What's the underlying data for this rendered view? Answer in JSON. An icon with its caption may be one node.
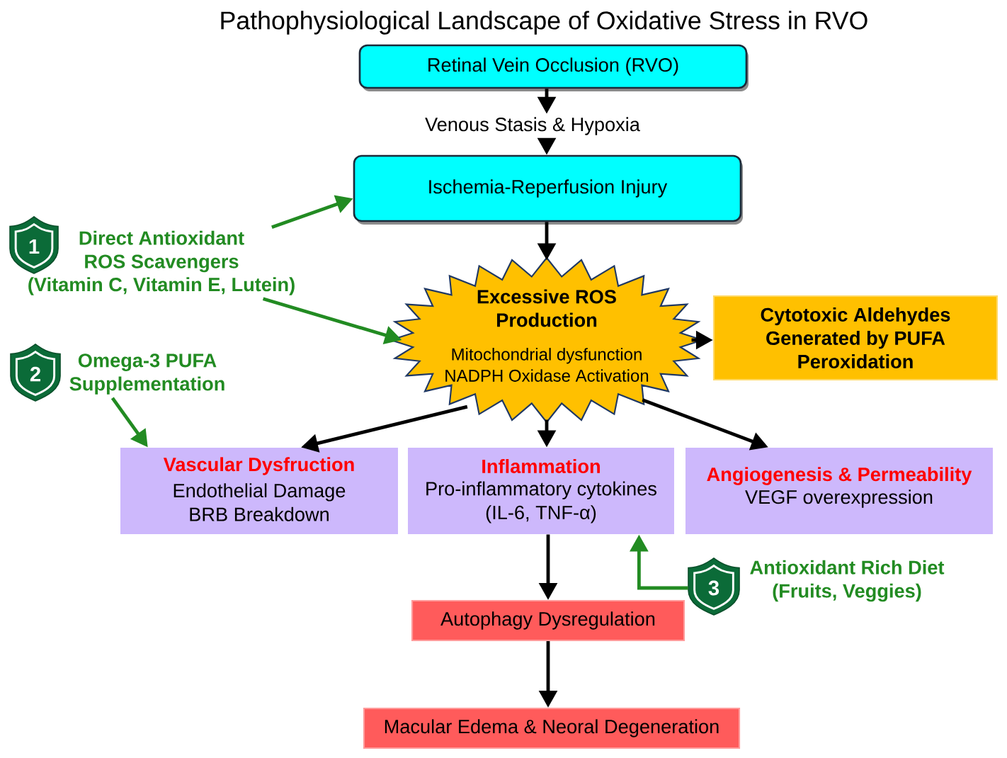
{
  "diagram": {
    "title": "Pathophysiological Landscape of Oxidative Stress in RVO",
    "nodes": [
      {
        "text": [
          "Retinal Vein Occlusion (RVO)"
        ]
      },
      {
        "text": [
          "Venous Stasis & Hypoxia"
        ]
      },
      {
        "text": [
          "Ischemia-Reperfusion Injury"
        ]
      },
      {
        "text": [
          "1"
        ]
      },
      {
        "text": [
          "Direct Antioxidant ROS Scavengers",
          "(Vitamin C, Vitamin E, Lutein)"
        ]
      },
      {
        "text": [
          "Excessive ROS Production",
          "Mitochondrial dysfunction NADPH Oxidase Activation"
        ]
      },
      {
        "text": [
          "Cytotoxic Aldehydes Generated by PUFA Peroxidation"
        ]
      },
      {
        "text": [
          "2"
        ]
      },
      {
        "text": [
          "Omega-3 PUFA Supplementation"
        ]
      },
      {
        "text": [
          "Vascular Dysfruction",
          "Endothelial Damage BRB Breakdown"
        ]
      },
      {
        "text": [
          "Inflammation",
          "Pro-inflammatory cytokines (IL-6, TNF-α)"
        ]
      },
      {
        "text": [
          "Angiogenesis & Permeability",
          "VEGF overexpression"
        ]
      },
      {
        "text": [
          "3"
        ],
        "beside": [
          "Antioxidant Rich Diet (Fruits, Veggies)"
        ]
      },
      {
        "text": [
          "Autophagy Dysregulation"
        ]
      },
      {
        "text": [
          "Macular Edema & Neoral Degeneration"
        ]
      }
    ],
    "edges": [
      {
        "from": 0,
        "to": 1,
        "arrow": "to"
      },
      {
        "from": 1,
        "to": 2,
        "arrow": "to"
      },
      {
        "from": 2,
        "to": 5,
        "arrow": "to"
      },
      {
        "from": 5,
        "to": 6,
        "arrow": "to"
      },
      {
        "from": 5,
        "to": 9,
        "arrow": "to"
      },
      {
        "from": 5,
        "to": 10,
        "arrow": "to"
      },
      {
        "from": 5,
        "to": 11,
        "arrow": "to"
      },
      {
        "from": 10,
        "to": 13,
        "arrow": "to"
      },
      {
        "from": 13,
        "to": 14,
        "arrow": "to"
      },
      {
        "from": 4,
        "to": 2,
        "arrow": "to",
        "color": "#228b22"
      },
      {
        "from": 4,
        "to": 5,
        "arrow": "to",
        "color": "#228b22"
      },
      {
        "from": 8,
        "to": 9,
        "arrow": "to",
        "color": "#228b22"
      },
      {
        "from": 12,
        "to": 10,
        "arrow": "to",
        "color": "#228b22"
      }
    ]
  }
}
